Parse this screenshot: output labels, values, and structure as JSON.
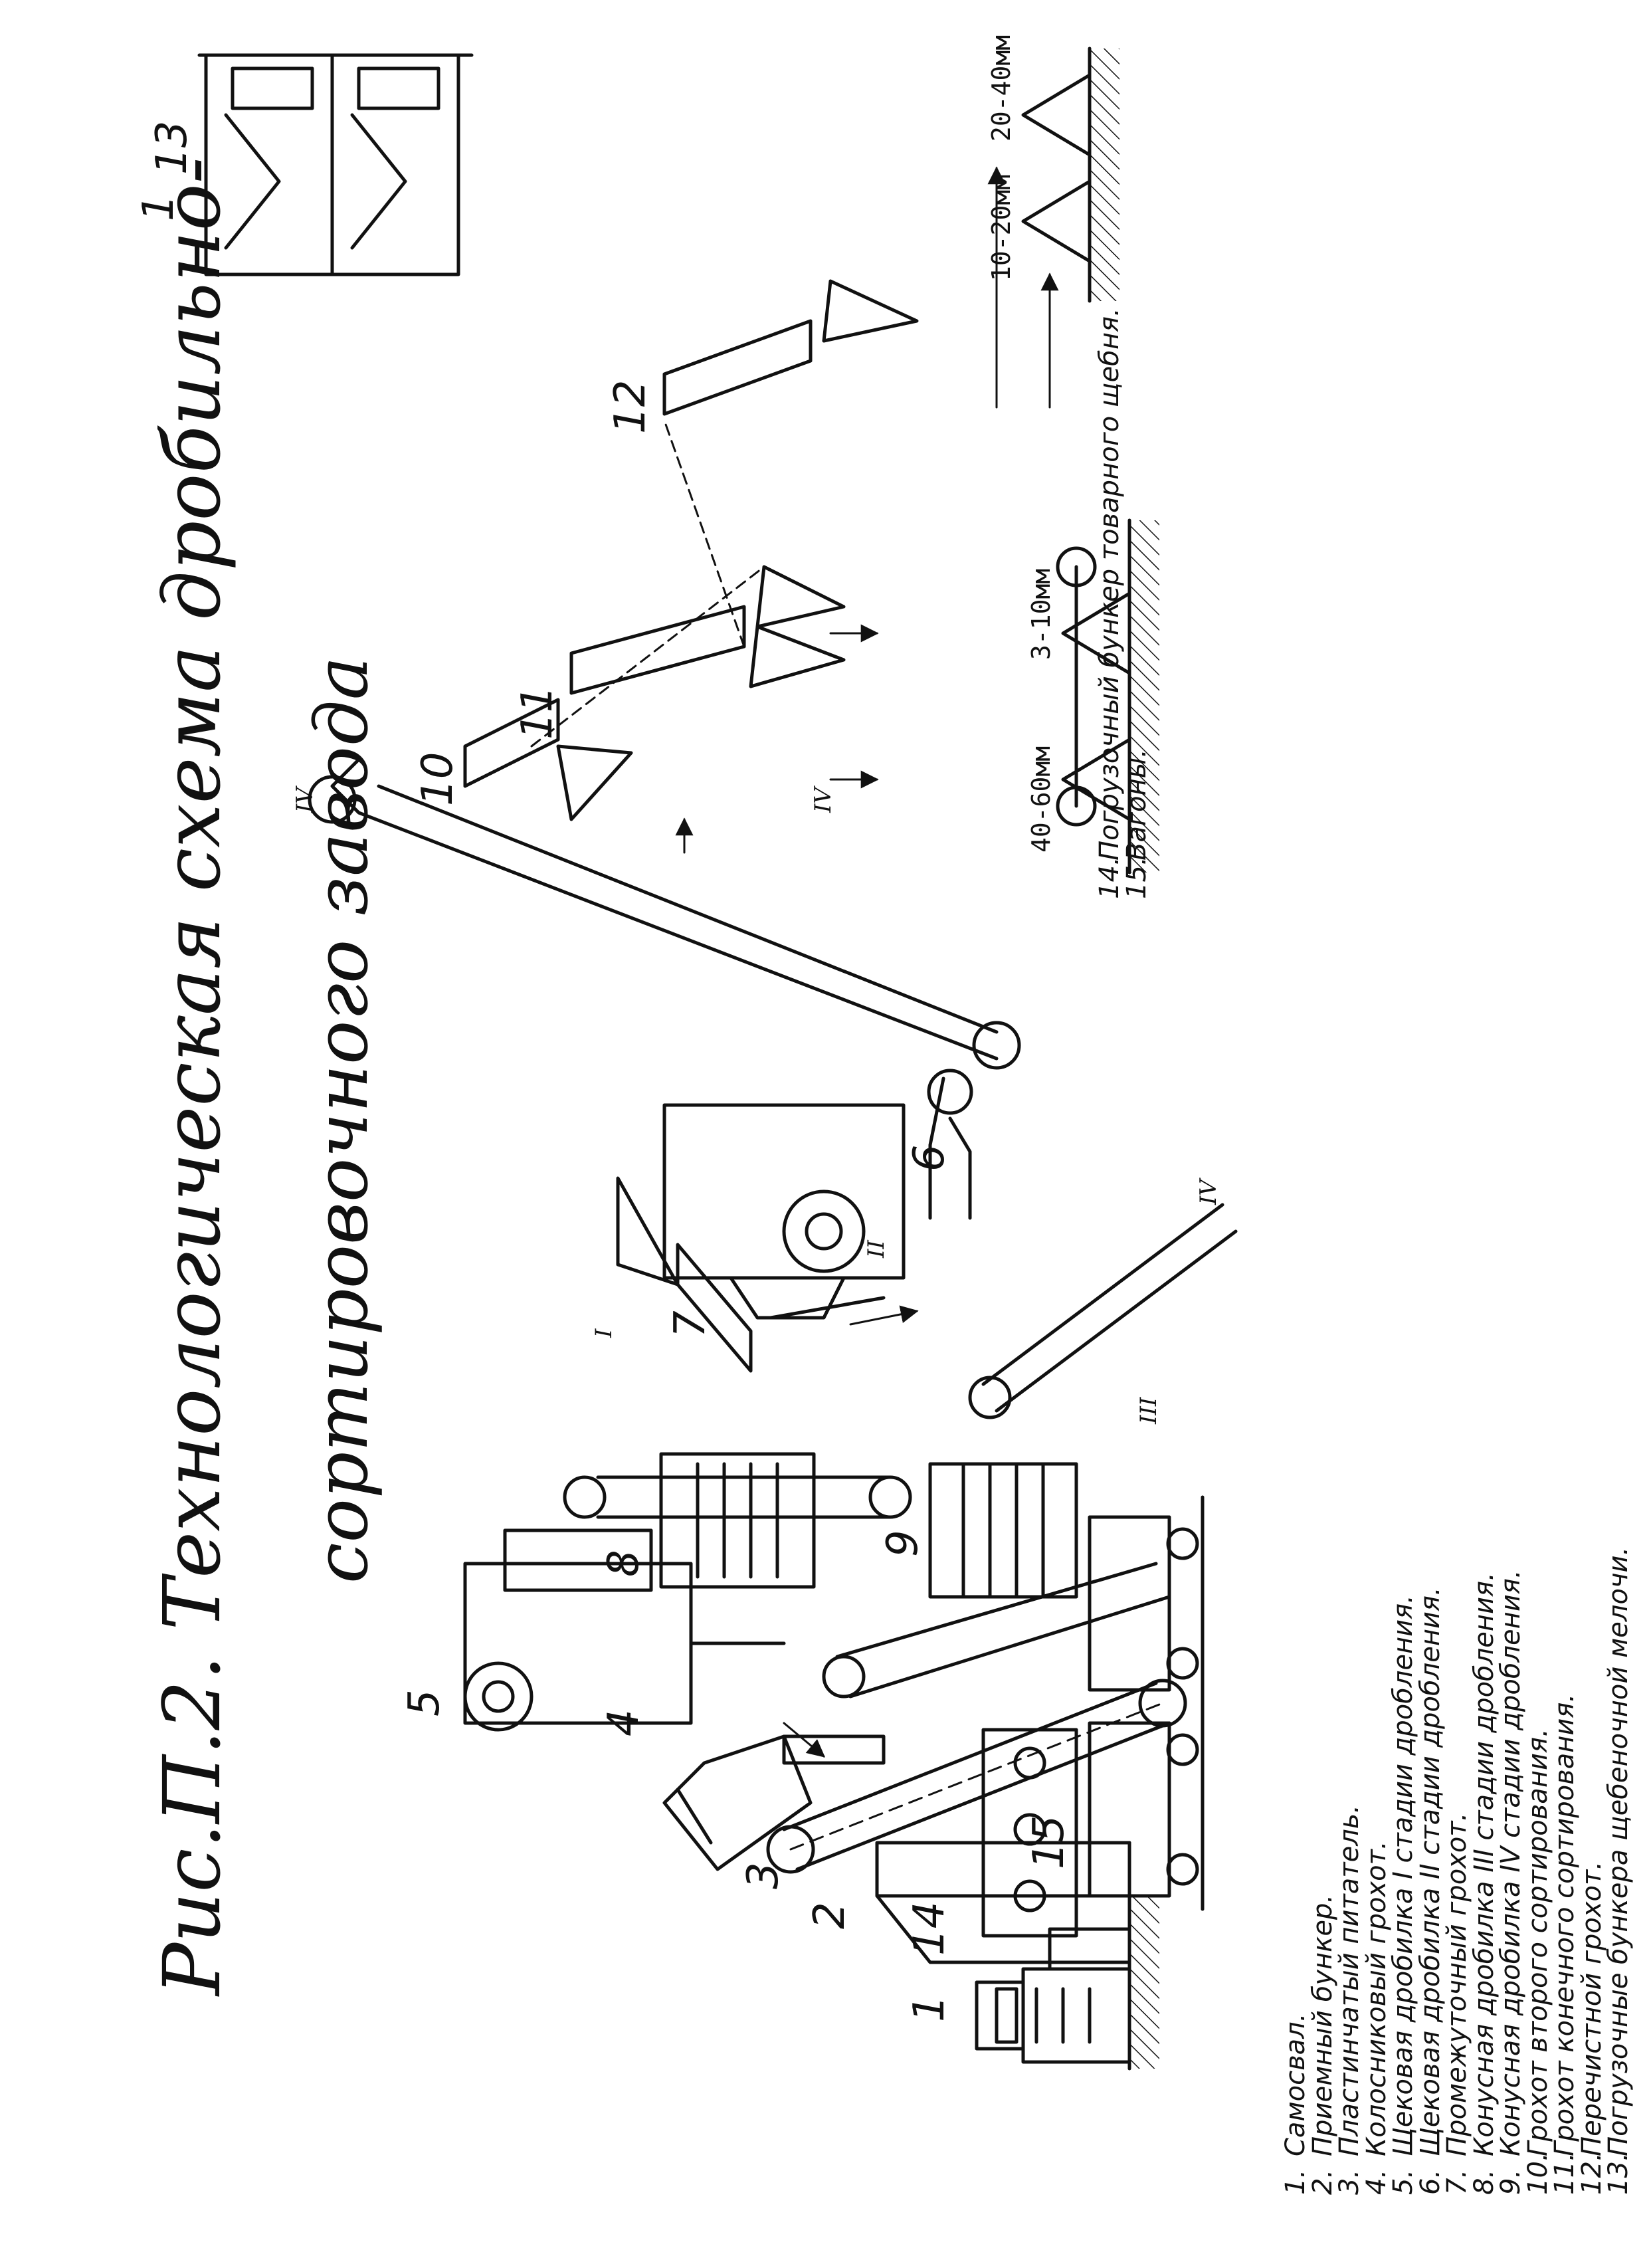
{
  "title": {
    "line1": "Рис.П.2. Технологическая схема дробильно-",
    "line2": "сортировочного завода"
  },
  "size_labels": [
    "40-60мм",
    "3-10мм",
    "10-20мм",
    "20-40мм"
  ],
  "callouts": [
    "1",
    "2",
    "3",
    "4",
    "5",
    "6",
    "7",
    "8",
    "9",
    "10",
    "11",
    "12",
    "13",
    "14",
    "15",
    "1"
  ],
  "stage_marks": [
    "I",
    "II",
    "III",
    "IV",
    "IV",
    "IV"
  ],
  "legend": [
    {
      "num": "1.",
      "text": "Самосвал."
    },
    {
      "num": "2.",
      "text": "Приемный бункер."
    },
    {
      "num": "3.",
      "text": "Пластинчатый питатель."
    },
    {
      "num": "4.",
      "text": "Колосниковый грохот."
    },
    {
      "num": "5.",
      "text": "Щековая дробилка I стадии дробления."
    },
    {
      "num": "6.",
      "text": "Щековая дробилка II стадии дробления."
    },
    {
      "num": "7.",
      "text": "Промежуточный грохот."
    },
    {
      "num": "8.",
      "text": "Конусная дробилка III стадии дробления."
    },
    {
      "num": "9.",
      "text": "Конусная дробилка IV стадии дробления."
    },
    {
      "num": "10.",
      "text": "Грохот второго сортирования."
    },
    {
      "num": "11.",
      "text": "Грохот конечного сортирования."
    },
    {
      "num": "12.",
      "text": "Перечистной грохот."
    },
    {
      "num": "13.",
      "text": "Погрузочные бункера щебеночной мелочи."
    }
  ],
  "legend2": [
    {
      "num": "14.",
      "text": "Погрузочный бункер товарного щебня."
    },
    {
      "num": "15.",
      "text": "Вагоны."
    }
  ]
}
